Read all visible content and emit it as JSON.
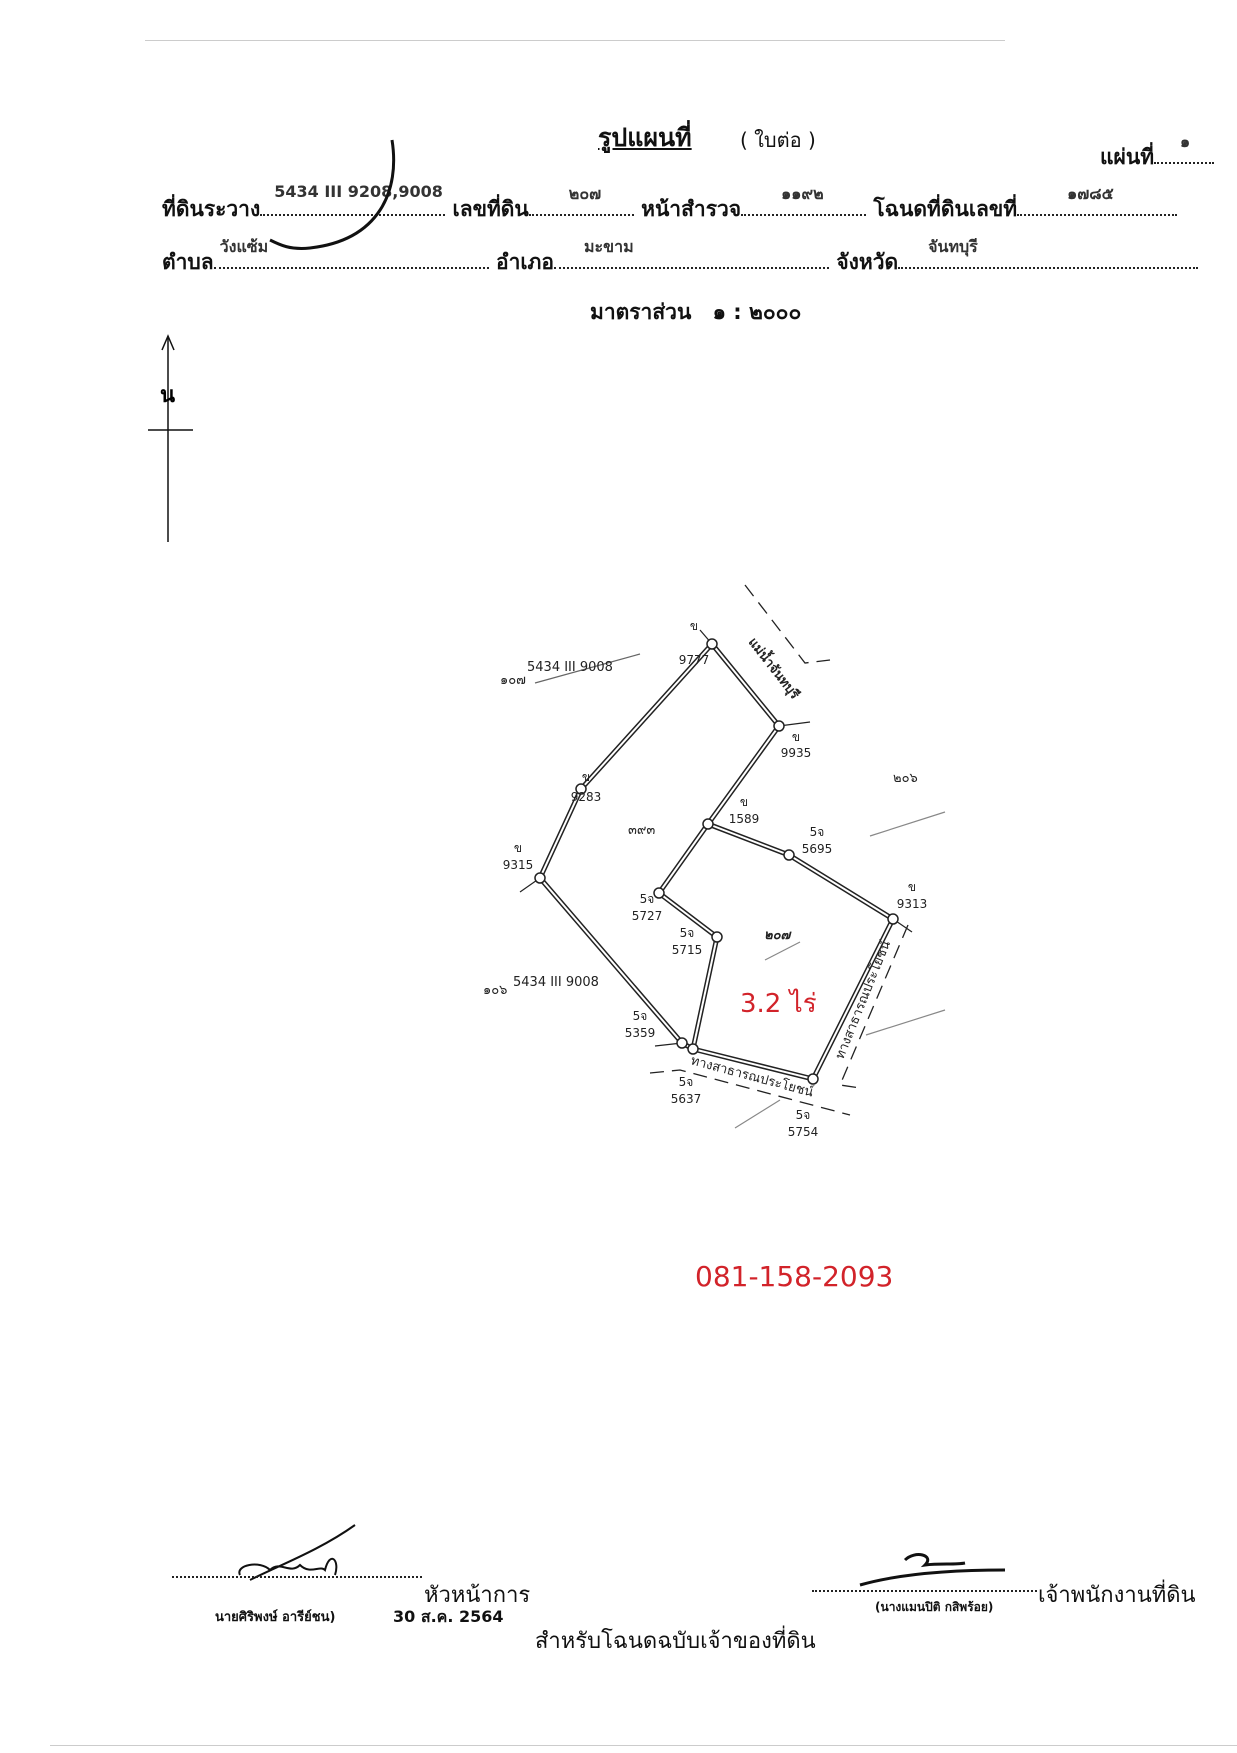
{
  "header": {
    "title": "รูปแผนที่",
    "subtitle": "( ใบต่อ )",
    "sheet_label": "แผ่นที่",
    "sheet_value": "๑"
  },
  "fields": {
    "between_label": "ที่ดินระวาง",
    "between_value": "5434 III 9208,9008",
    "parcel_label": "เลขที่ดิน",
    "parcel_value": "๒๐๗",
    "survey_page_label": "หน้าสำรวจ",
    "survey_page_value": "๑๑๙๒",
    "deed_label": "โฉนดที่ดินเลขที่",
    "deed_value": "๑๗๘๕",
    "subdistrict_label": "ตำบล",
    "subdistrict_value": "วังแซ้ม",
    "district_label": "อำเภอ",
    "district_value": "มะขาม",
    "province_label": "จังหวัด",
    "province_value": "จันทบุรี",
    "scale_label": "มาตราส่วน",
    "scale_value": "๑ : ๒๐๐๐"
  },
  "north_arrow": {
    "label": "น"
  },
  "map": {
    "markers": [
      {
        "code": "ข",
        "num": "9777"
      },
      {
        "code": "ข",
        "num": "9935"
      },
      {
        "code": "ข",
        "num": "9283"
      },
      {
        "code": "ข",
        "num": "9315"
      },
      {
        "code": "ข",
        "num": "1589"
      },
      {
        "code": "5จ",
        "num": "5695"
      },
      {
        "code": "5จ",
        "num": "5727"
      },
      {
        "code": "5จ",
        "num": "5715"
      },
      {
        "code": "ข",
        "num": "9313"
      },
      {
        "code": "5จ",
        "num": "5359"
      },
      {
        "code": "5จ",
        "num": "5637"
      },
      {
        "code": "5จ",
        "num": "5754"
      }
    ],
    "parcel_labels": {
      "p193": "๓๙๓",
      "p207": "๒๐๗",
      "p206": "๒๐๖",
      "p107": "๑๐๗",
      "p106": "๑๐๖",
      "sheet_ref_top": "5434 III 9008",
      "sheet_ref_bottom": "5434 III 9008"
    },
    "river": "แม่น้ำจันทบุรี",
    "public_road_1": "ทางสาธารณประโยชน์",
    "public_road_2": "ทางสาธารณประโยชน์",
    "area_note": "3.2 ไร่",
    "phone": "081-158-2093",
    "note_color": "#d2232a"
  },
  "footer": {
    "chief_title": "หัวหน้าการ",
    "chief_name": "นายศิริพงษ์ อารีย์ชน)",
    "date": "30 ส.ค. 2564",
    "officer_title": "เจ้าพนักงานที่ดิน",
    "officer_name": "(นางแมนปิติ กสิพร้อย)",
    "copy_note": "สำหรับโฉนดฉบับเจ้าของที่ดิน"
  }
}
